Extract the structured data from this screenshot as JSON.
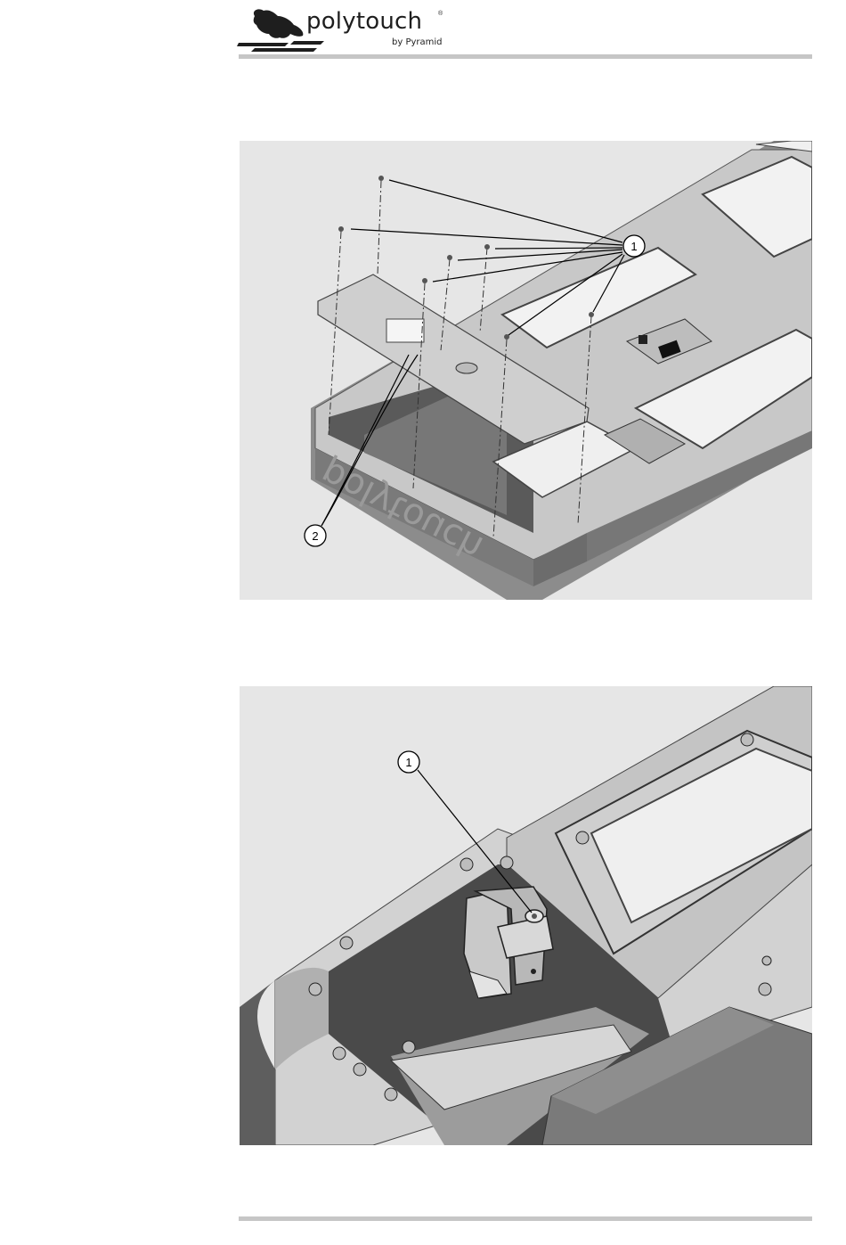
{
  "header": {
    "brand_name": "polytouch",
    "brand_mark": "®",
    "brand_sub": "by Pyramid",
    "logo_icon": "gorilla-hand-logo"
  },
  "figure1": {
    "callout_1": "1",
    "callout_2": "2",
    "embossed_text": "polytouch"
  },
  "figure2": {
    "callout_1": "1"
  }
}
